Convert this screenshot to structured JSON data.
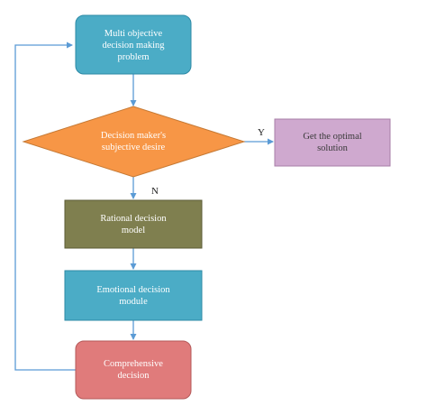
{
  "nodes": {
    "problem": {
      "shape": "rounded-rect",
      "lines": [
        "Multi objective",
        "decision making",
        "problem"
      ],
      "fill": "#4bacc6",
      "stroke": "#2e8aa6"
    },
    "desire": {
      "shape": "diamond",
      "lines": [
        "Decision maker's",
        "subjective desire"
      ],
      "fill": "#f79646",
      "stroke": "#c67a35"
    },
    "optimal": {
      "shape": "rect",
      "lines": [
        "Get the optimal",
        "solution"
      ],
      "fill": "#cfa9cf",
      "stroke": "#a77ea7"
    },
    "rational": {
      "shape": "rect",
      "lines": [
        "Rational decision",
        "model"
      ],
      "fill": "#7f7f4f",
      "stroke": "#5b5b35"
    },
    "emotional": {
      "shape": "rect",
      "lines": [
        "Emotional decision",
        "module"
      ],
      "fill": "#4bacc6",
      "stroke": "#2e8aa6"
    },
    "comprehensive": {
      "shape": "rounded-rect",
      "lines": [
        "Comprehensive",
        "decision"
      ],
      "fill": "#e07b7b",
      "stroke": "#b45a5a"
    }
  },
  "edges": {
    "yes_label": "Y",
    "no_label": "N",
    "color": "#5b9bd5"
  }
}
